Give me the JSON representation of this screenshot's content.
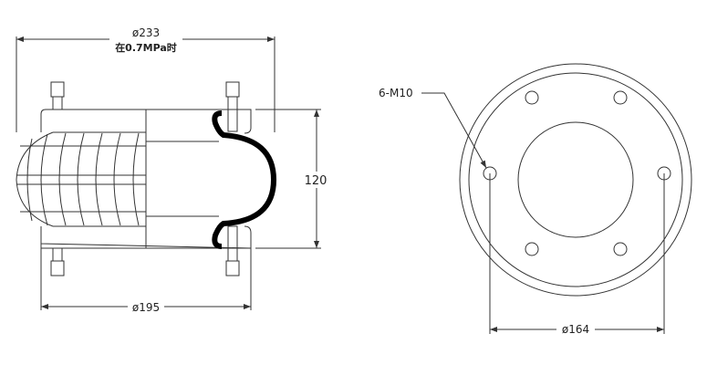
{
  "title": "Air spring technical drawing",
  "dimensions": {
    "max_diameter": "ø233",
    "pressure_note": "在0.7MPa时",
    "height": "120",
    "plate_diameter": "ø195",
    "bolt_circle": "ø164",
    "bolt_spec": "6-M10"
  },
  "colors": {
    "line": "#333333",
    "rubber": "#000000"
  }
}
